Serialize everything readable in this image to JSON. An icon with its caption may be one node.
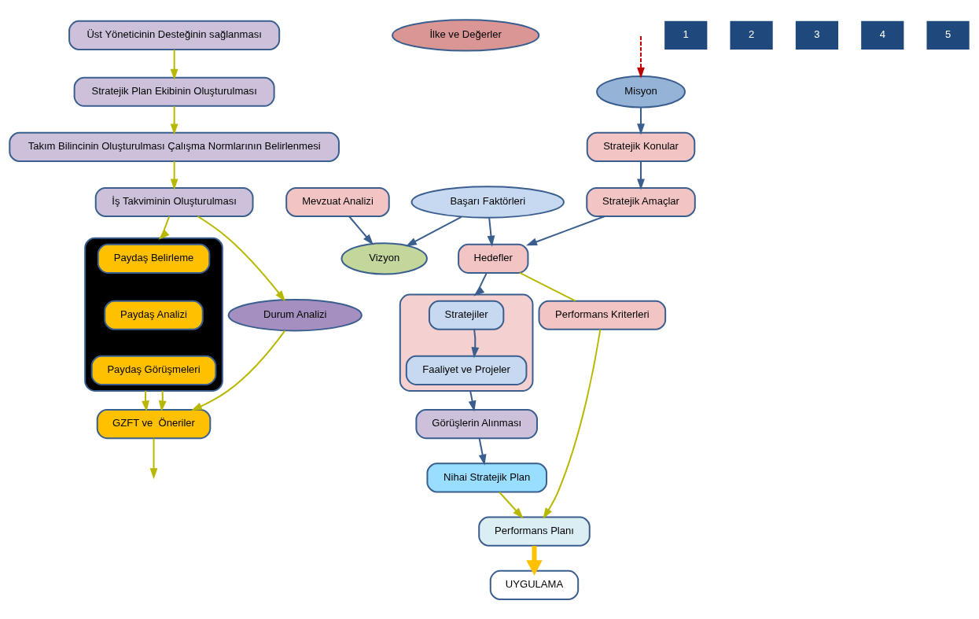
{
  "diagram": {
    "nodes": [
      {
        "text": [
          "Üst Yöneticinin Desteğinin sağlanması"
        ]
      },
      {
        "text": [
          "Stratejik Plan Ekibinin Oluşturulması"
        ]
      },
      {
        "text": [
          "Takım Bilincinin Oluşturulması Çalışma Normlarının Belirlenmesi"
        ]
      },
      {
        "text": [
          "İş Takviminin Oluşturulması"
        ]
      },
      {
        "text": [
          "Durum Analizi"
        ]
      },
      {
        "text": [],
        "shape": "box"
      },
      {
        "text": [
          "Paydaş Belirleme"
        ],
        "in": 5
      },
      {
        "text": [
          "Paydaş Analizi"
        ],
        "in": 5
      },
      {
        "text": [
          "Paydaş Görüşmeleri"
        ],
        "in": 5
      },
      {
        "text": [
          "GZFT ve  Öneriler"
        ]
      },
      {
        "text": [
          "İlke ve Değerler"
        ]
      },
      {
        "text": [
          "Misyon"
        ]
      },
      {
        "text": [
          "Vizyon"
        ]
      },
      {
        "text": [
          "Mevzuat Analizi"
        ]
      },
      {
        "text": [
          "Başarı Faktörleri"
        ]
      },
      {
        "text": [
          "Stratejik Konular"
        ]
      },
      {
        "text": [
          "Stratejik Amaçlar"
        ]
      },
      {
        "text": [
          "Hedefler"
        ]
      },
      {
        "text": [],
        "shape": "box"
      },
      {
        "text": [
          "Stratejiler"
        ],
        "in": 18
      },
      {
        "text": [
          "Faaliyet ve Projeler"
        ],
        "in": 18
      },
      {
        "text": [
          "Performans Kriterleri"
        ]
      },
      {
        "text": [
          "Görüşlerin Alınması"
        ]
      },
      {
        "text": [
          "Nihai Stratejik Plan"
        ]
      },
      {
        "text": [
          "Performans Planı"
        ]
      },
      {
        "text": [
          "UYGULAMA"
        ]
      }
    ],
    "edges": [
      {
        "from": 0,
        "to": 1,
        "arrow": "to"
      },
      {
        "from": 1,
        "to": 2,
        "arrow": "to"
      },
      {
        "from": 2,
        "to": 3,
        "arrow": "to"
      },
      {
        "from": 3,
        "to": 4,
        "arrow": "to"
      },
      {
        "from": 3,
        "to": 5,
        "arrow": "to"
      },
      {
        "from": 4,
        "to": 9,
        "arrow": "to"
      },
      {
        "from": 5,
        "to": 9,
        "arrow": "to"
      },
      {
        "from": 5,
        "to": 9,
        "arrow": "to"
      },
      {
        "from": 9,
        "to": null,
        "arrow": "to"
      },
      {
        "from": null,
        "to": 11,
        "arrow": "to",
        "style": "dashed",
        "color": "#c00000"
      },
      {
        "from": 13,
        "to": 12,
        "arrow": "to",
        "color": "#3a5f8f"
      },
      {
        "from": 14,
        "to": 12,
        "arrow": "to",
        "color": "#3a5f8f"
      },
      {
        "from": 11,
        "to": 15,
        "arrow": "to",
        "color": "#3a5f8f"
      },
      {
        "from": 15,
        "to": 16,
        "arrow": "to",
        "color": "#3a5f8f"
      },
      {
        "from": 16,
        "to": 17,
        "arrow": "to",
        "color": "#3a5f8f"
      },
      {
        "from": 14,
        "to": 17,
        "arrow": "to",
        "color": "#3a5f8f"
      },
      {
        "from": 17,
        "to": 21,
        "arrow": "none"
      },
      {
        "from": 17,
        "to": 18,
        "arrow": "to",
        "color": "#3a5f8f"
      },
      {
        "from": 19,
        "to": 20,
        "arrow": "to",
        "color": "#3a5f8f"
      },
      {
        "from": 18,
        "to": 22,
        "arrow": "to",
        "color": "#3a5f8f"
      },
      {
        "from": 22,
        "to": 23,
        "arrow": "to",
        "color": "#3a5f8f"
      },
      {
        "from": 21,
        "to": 24,
        "arrow": "to"
      },
      {
        "from": 23,
        "to": 24,
        "arrow": "to"
      },
      {
        "from": 24,
        "to": 25,
        "arrow": "to",
        "style": "thick",
        "color": "#ffc000"
      }
    ],
    "labels": [
      "1",
      "2",
      "3",
      "4",
      "5"
    ]
  }
}
